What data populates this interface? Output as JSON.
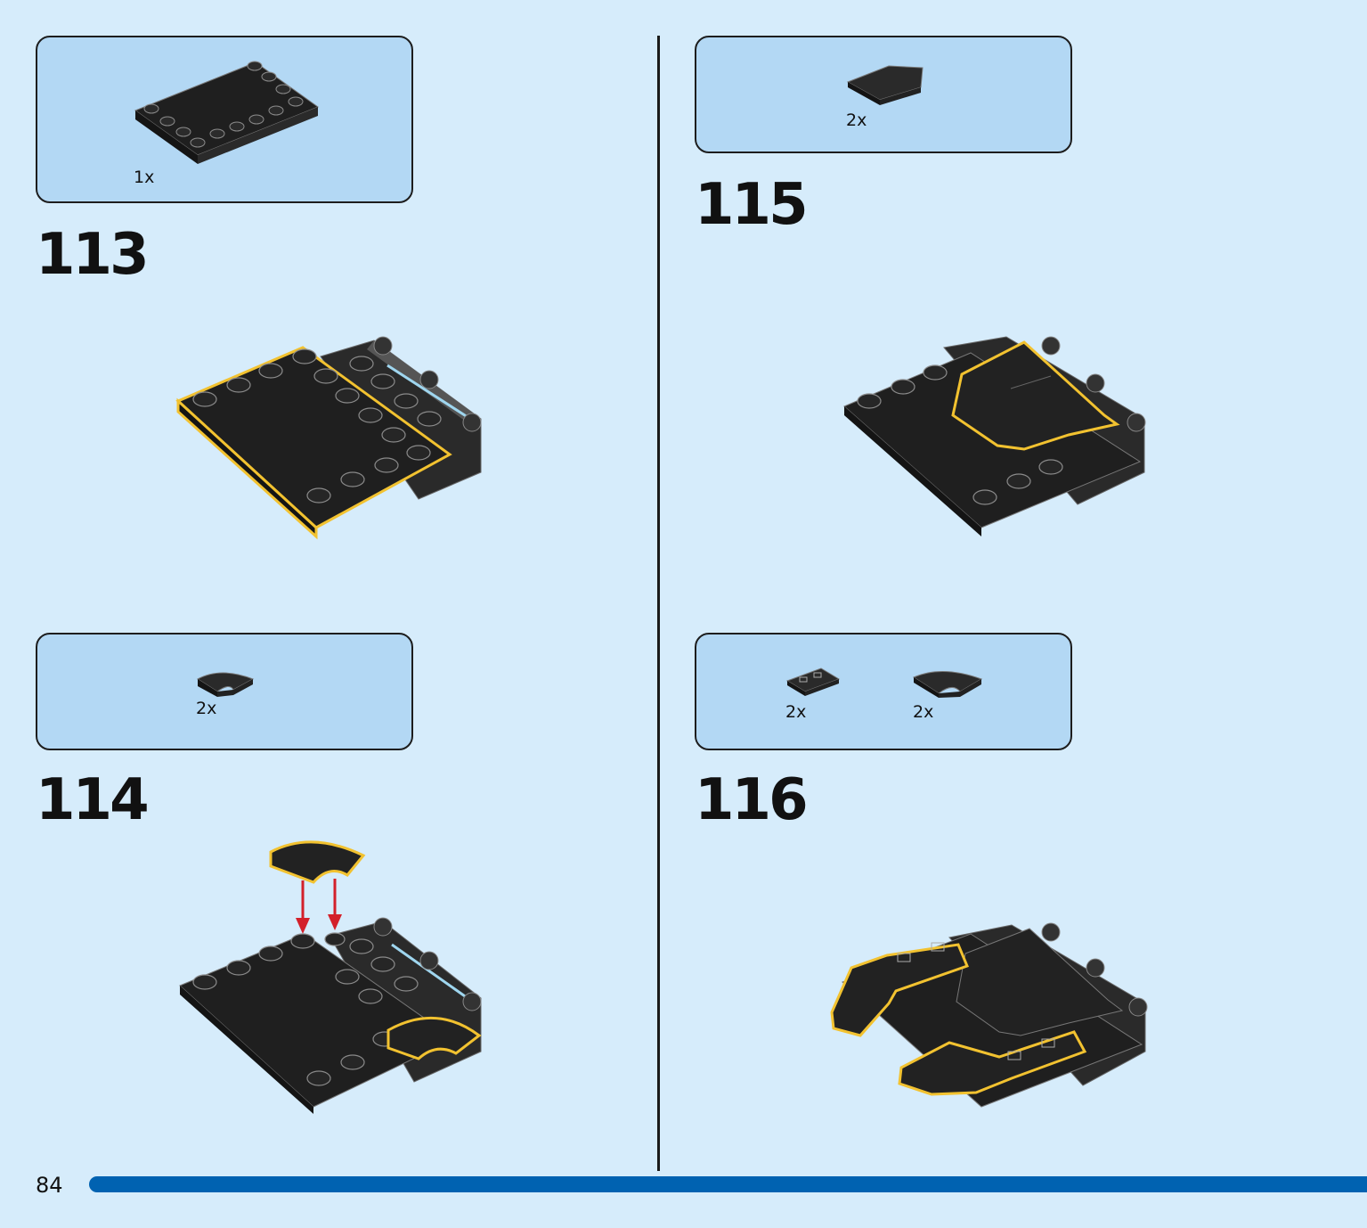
{
  "page_number": "84",
  "steps": [
    {
      "number": "113",
      "parts": [
        {
          "part": "plate-4x6-with-studs-on-edges",
          "count": "1x"
        }
      ]
    },
    {
      "number": "114",
      "parts": [
        {
          "part": "curved-slope-2x2-black",
          "count": "2x"
        }
      ]
    },
    {
      "number": "115",
      "parts": [
        {
          "part": "wedge-tile-black",
          "count": "2x"
        }
      ]
    },
    {
      "number": "116",
      "parts": [
        {
          "part": "tile-1x2-with-grille",
          "count": "2x"
        },
        {
          "part": "curved-slope-2x2-black",
          "count": "2x"
        }
      ]
    }
  ],
  "colors": {
    "background": "#d6ecfb",
    "parts_box": "#b3d8f4",
    "brick_black": "#1f1f1f",
    "highlight_yellow": "#f2c230",
    "arrow_red": "#d3202a",
    "progress_bar": "#0062b1"
  }
}
